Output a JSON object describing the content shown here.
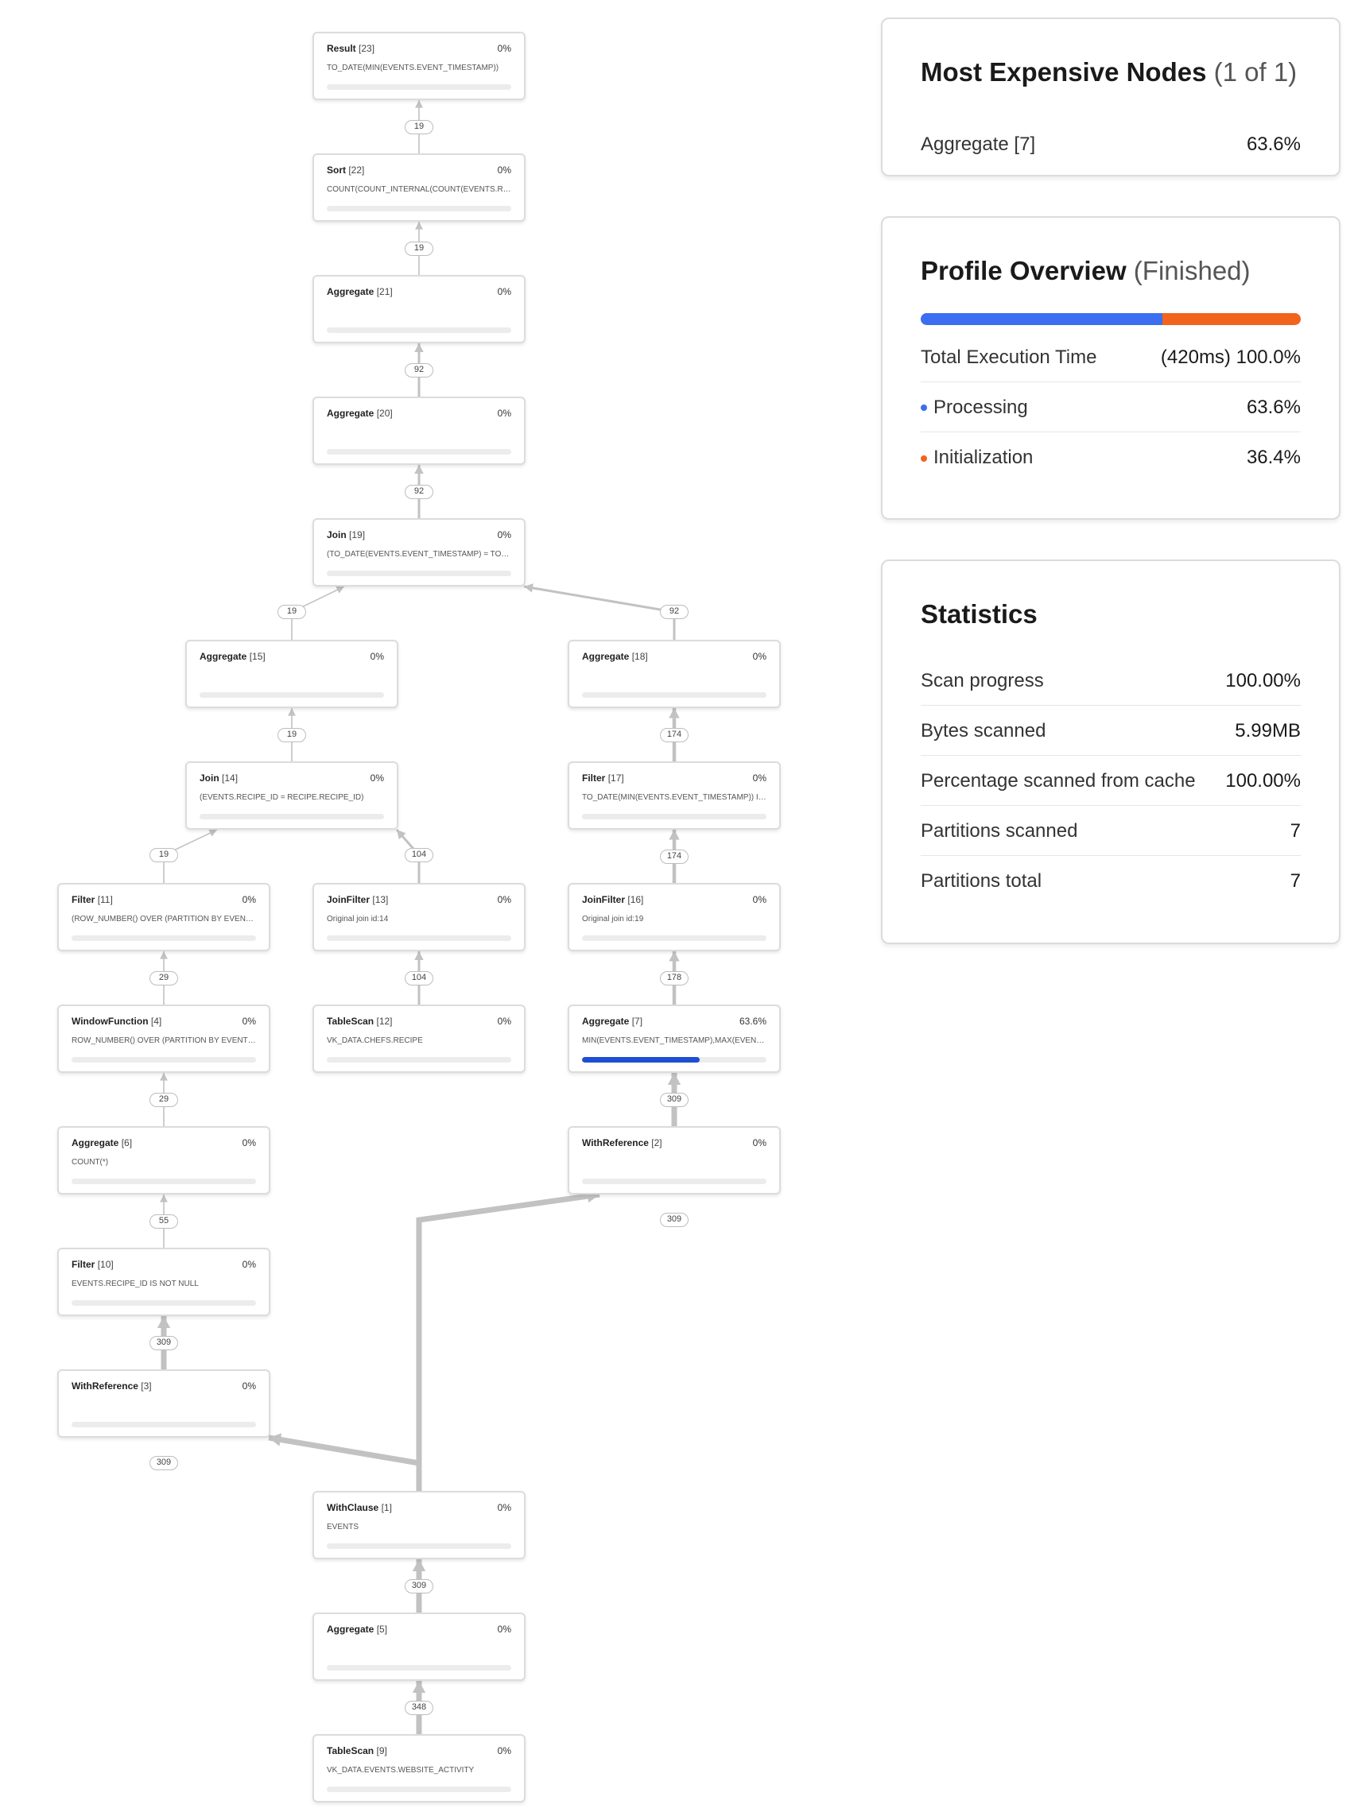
{
  "graph": {
    "nodes": [
      {
        "name": "Result",
        "id": "[23]",
        "percent": "0%",
        "detail": "TO_DATE(MIN(EVENTS.EVENT_TIMESTAMP))",
        "fill": 0
      },
      {
        "name": "Sort",
        "id": "[22]",
        "percent": "0%",
        "detail": "COUNT(COUNT_INTERNAL(COUNT(EVENTS.RECIPE_ID)))",
        "fill": 0
      },
      {
        "name": "Aggregate",
        "id": "[21]",
        "percent": "0%",
        "detail": "",
        "fill": 0
      },
      {
        "name": "Aggregate",
        "id": "[20]",
        "percent": "0%",
        "detail": "",
        "fill": 0
      },
      {
        "name": "Join",
        "id": "[19]",
        "percent": "0%",
        "detail": "(TO_DATE(EVENTS.EVENT_TIMESTAMP) = TO_DATE(MIN(EVENTS.EVENT_TIMESTAMP)))",
        "fill": 0
      },
      {
        "name": "Aggregate",
        "id": "[15]",
        "percent": "0%",
        "detail": "",
        "fill": 0
      },
      {
        "name": "Aggregate",
        "id": "[18]",
        "percent": "0%",
        "detail": "",
        "fill": 0
      },
      {
        "name": "Join",
        "id": "[14]",
        "percent": "0%",
        "detail": "(EVENTS.RECIPE_ID = RECIPE.RECIPE_ID)",
        "fill": 0
      },
      {
        "name": "Filter",
        "id": "[17]",
        "percent": "0%",
        "detail": "TO_DATE(MIN(EVENTS.EVENT_TIMESTAMP)) IS NOT NULL",
        "fill": 0
      },
      {
        "name": "Filter",
        "id": "[11]",
        "percent": "0%",
        "detail": "(ROW_NUMBER() OVER (PARTITION BY EVENTS.USER_ID ORDER BY EVENTS.EVENT_TIMESTAMP))",
        "fill": 0
      },
      {
        "name": "JoinFilter",
        "id": "[13]",
        "percent": "0%",
        "detail": "Original join id:14",
        "fill": 0
      },
      {
        "name": "JoinFilter",
        "id": "[16]",
        "percent": "0%",
        "detail": "Original join id:19",
        "fill": 0
      },
      {
        "name": "WindowFunction",
        "id": "[4]",
        "percent": "0%",
        "detail": "ROW_NUMBER() OVER (PARTITION BY EVENTS.USER_ID ORDER BY EVENTS.EVENT_TIMESTAMP)",
        "fill": 0
      },
      {
        "name": "TableScan",
        "id": "[12]",
        "percent": "0%",
        "detail": "VK_DATA.CHEFS.RECIPE",
        "fill": 0
      },
      {
        "name": "Aggregate",
        "id": "[7]",
        "percent": "63.6%",
        "detail": "MIN(EVENTS.EVENT_TIMESTAMP),MAX(EVENTS.EVENT_TIMESTAMP)",
        "fill": 0.636
      },
      {
        "name": "Aggregate",
        "id": "[6]",
        "percent": "0%",
        "detail": "COUNT(*)",
        "fill": 0
      },
      {
        "name": "WithReference",
        "id": "[2]",
        "percent": "0%",
        "detail": "",
        "fill": 0
      },
      {
        "name": "Filter",
        "id": "[10]",
        "percent": "0%",
        "detail": "EVENTS.RECIPE_ID IS NOT NULL",
        "fill": 0
      },
      {
        "name": "WithReference",
        "id": "[3]",
        "percent": "0%",
        "detail": "",
        "fill": 0
      },
      {
        "name": "WithClause",
        "id": "[1]",
        "percent": "0%",
        "detail": "EVENTS",
        "fill": 0
      },
      {
        "name": "Aggregate",
        "id": "[5]",
        "percent": "0%",
        "detail": "",
        "fill": 0
      },
      {
        "name": "TableScan",
        "id": "[9]",
        "percent": "0%",
        "detail": "VK_DATA.EVENTS.WEBSITE_ACTIVITY",
        "fill": 0
      }
    ],
    "edges": [
      {
        "from": "[22]",
        "to": "[23]",
        "rows": "19"
      },
      {
        "from": "[21]",
        "to": "[22]",
        "rows": "19"
      },
      {
        "from": "[20]",
        "to": "[21]",
        "rows": "92"
      },
      {
        "from": "[19]",
        "to": "[20]",
        "rows": "92"
      },
      {
        "from": "[15]",
        "to": "[19]",
        "rows": "19"
      },
      {
        "from": "[18]",
        "to": "[19]",
        "rows": "92"
      },
      {
        "from": "[14]",
        "to": "[15]",
        "rows": "19"
      },
      {
        "from": "[17]",
        "to": "[18]",
        "rows": "174"
      },
      {
        "from": "[11]",
        "to": "[14]",
        "rows": "19"
      },
      {
        "from": "[13]",
        "to": "[14]",
        "rows": "104"
      },
      {
        "from": "[16]",
        "to": "[17]",
        "rows": "174"
      },
      {
        "from": "[4]",
        "to": "[11]",
        "rows": "29"
      },
      {
        "from": "[12]",
        "to": "[13]",
        "rows": "104"
      },
      {
        "from": "[7]",
        "to": "[16]",
        "rows": "178"
      },
      {
        "from": "[6]",
        "to": "[4]",
        "rows": "29"
      },
      {
        "from": "[2]",
        "to": "[7]",
        "rows": "309"
      },
      {
        "from": "[10]",
        "to": "[6]",
        "rows": "55"
      },
      {
        "from": "[3]",
        "to": "[10]",
        "rows": "309"
      },
      {
        "from": "[1]",
        "to": "[3]",
        "rows": "309"
      },
      {
        "from": "[1]",
        "to": "[2]",
        "rows": "309"
      },
      {
        "from": "[5]",
        "to": "[1]",
        "rows": "309"
      },
      {
        "from": "[9]",
        "to": "[5]",
        "rows": "348"
      }
    ]
  },
  "expensive": {
    "title": "Most Expensive Nodes",
    "title_suffix": "(1 of 1)",
    "items": [
      {
        "label": "Aggregate [7]",
        "value": "63.6%"
      }
    ]
  },
  "overview": {
    "title": "Profile Overview",
    "status": "(Finished)",
    "total_label": "Total Execution Time",
    "total_value": "(420ms) 100.0%",
    "processing_label": "Processing",
    "processing_value": "63.6%",
    "processing_fraction": 0.636,
    "processing_color": "#3b6ef0",
    "initialization_label": "Initialization",
    "initialization_value": "36.4%",
    "initialization_fraction": 0.364,
    "initialization_color": "#f2631c"
  },
  "statistics": {
    "title": "Statistics",
    "rows": [
      {
        "label": "Scan progress",
        "value": "100.00%"
      },
      {
        "label": "Bytes scanned",
        "value": "5.99MB"
      },
      {
        "label": "Percentage scanned from cache",
        "value": "100.00%"
      },
      {
        "label": "Partitions scanned",
        "value": "7"
      },
      {
        "label": "Partitions total",
        "value": "7"
      }
    ]
  }
}
